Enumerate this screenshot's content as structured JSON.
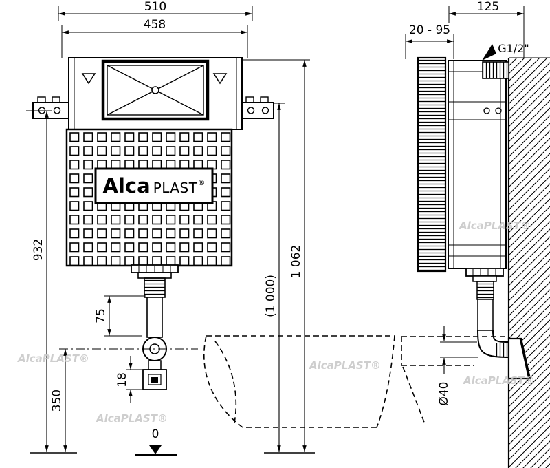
{
  "drawing": {
    "watermark": "AlcaPLAST®",
    "logo": {
      "alca": "Alca",
      "plast": "PLAST",
      "reg": "®"
    },
    "front_view": {
      "dim_overall_width": "510",
      "dim_inner_width": "458",
      "dim_height_left": "932",
      "dim_height_right": "1 062",
      "dim_height_alt": "(1 000)",
      "dim_valve_offset": "75",
      "dim_outlet_offset": "18",
      "dim_outlet_axis_height": "350",
      "dim_floor_level": "0"
    },
    "side_view": {
      "dim_depth": "125",
      "dim_adjustment_range": "20 - 95",
      "label_water_inlet": "G1/2\"",
      "label_drain_diameter": "Ø40"
    }
  }
}
